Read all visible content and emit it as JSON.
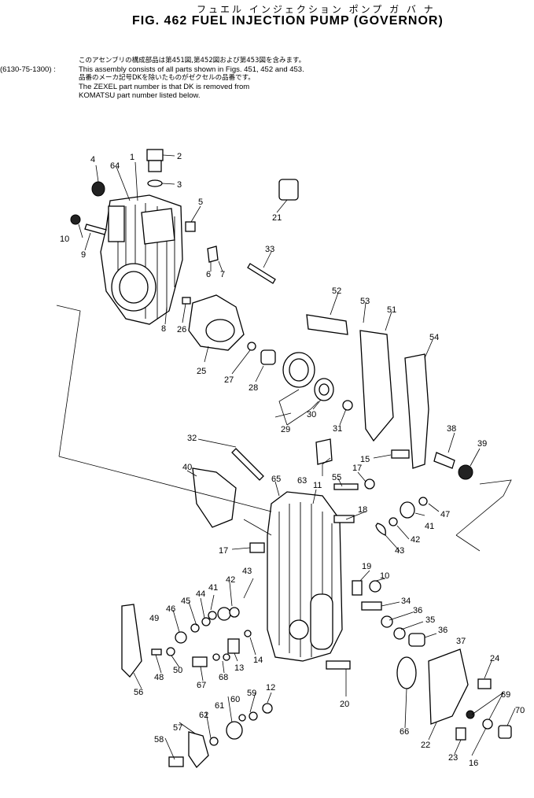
{
  "header": {
    "japanese_title": "フュエル インジェクション ポンプ ガ バ ナ",
    "figure_title": "FIG. 462   FUEL  INJECTION  PUMP  (GOVERNOR)"
  },
  "notes": {
    "japanese_line_1": "このアセンブリの構成部品は第451図,第452図および第453図を含みます。",
    "assembly_number": "(6130-75-1300) :",
    "english_line_1": "This assembly consists of all parts shown in Figs. 451, 452 and 453.",
    "japanese_line_2": "品番のメーカ記号DKを除いたものがゼクセルの品番です。",
    "english_line_2": "The ZEXEL part number is that DK is removed from",
    "english_line_3": "KOMATSU part number listed below."
  },
  "part_labels": [
    "1",
    "2",
    "3",
    "4",
    "5",
    "6",
    "7",
    "8",
    "9",
    "10",
    "11",
    "12",
    "13",
    "14",
    "15",
    "16",
    "17",
    "17",
    "18",
    "19",
    "20",
    "21",
    "22",
    "23",
    "24",
    "25",
    "26",
    "27",
    "28",
    "29",
    "30",
    "31",
    "32",
    "33",
    "34",
    "35",
    "36",
    "36",
    "37",
    "38",
    "39",
    "40",
    "41",
    "41",
    "42",
    "42",
    "43",
    "43",
    "44",
    "45",
    "46",
    "47",
    "48",
    "49",
    "50",
    "51",
    "52",
    "53",
    "54",
    "55",
    "56",
    "57",
    "58",
    "59",
    "60",
    "61",
    "62",
    "63",
    "64",
    "65",
    "66",
    "67",
    "68",
    "69",
    "70",
    "10"
  ]
}
